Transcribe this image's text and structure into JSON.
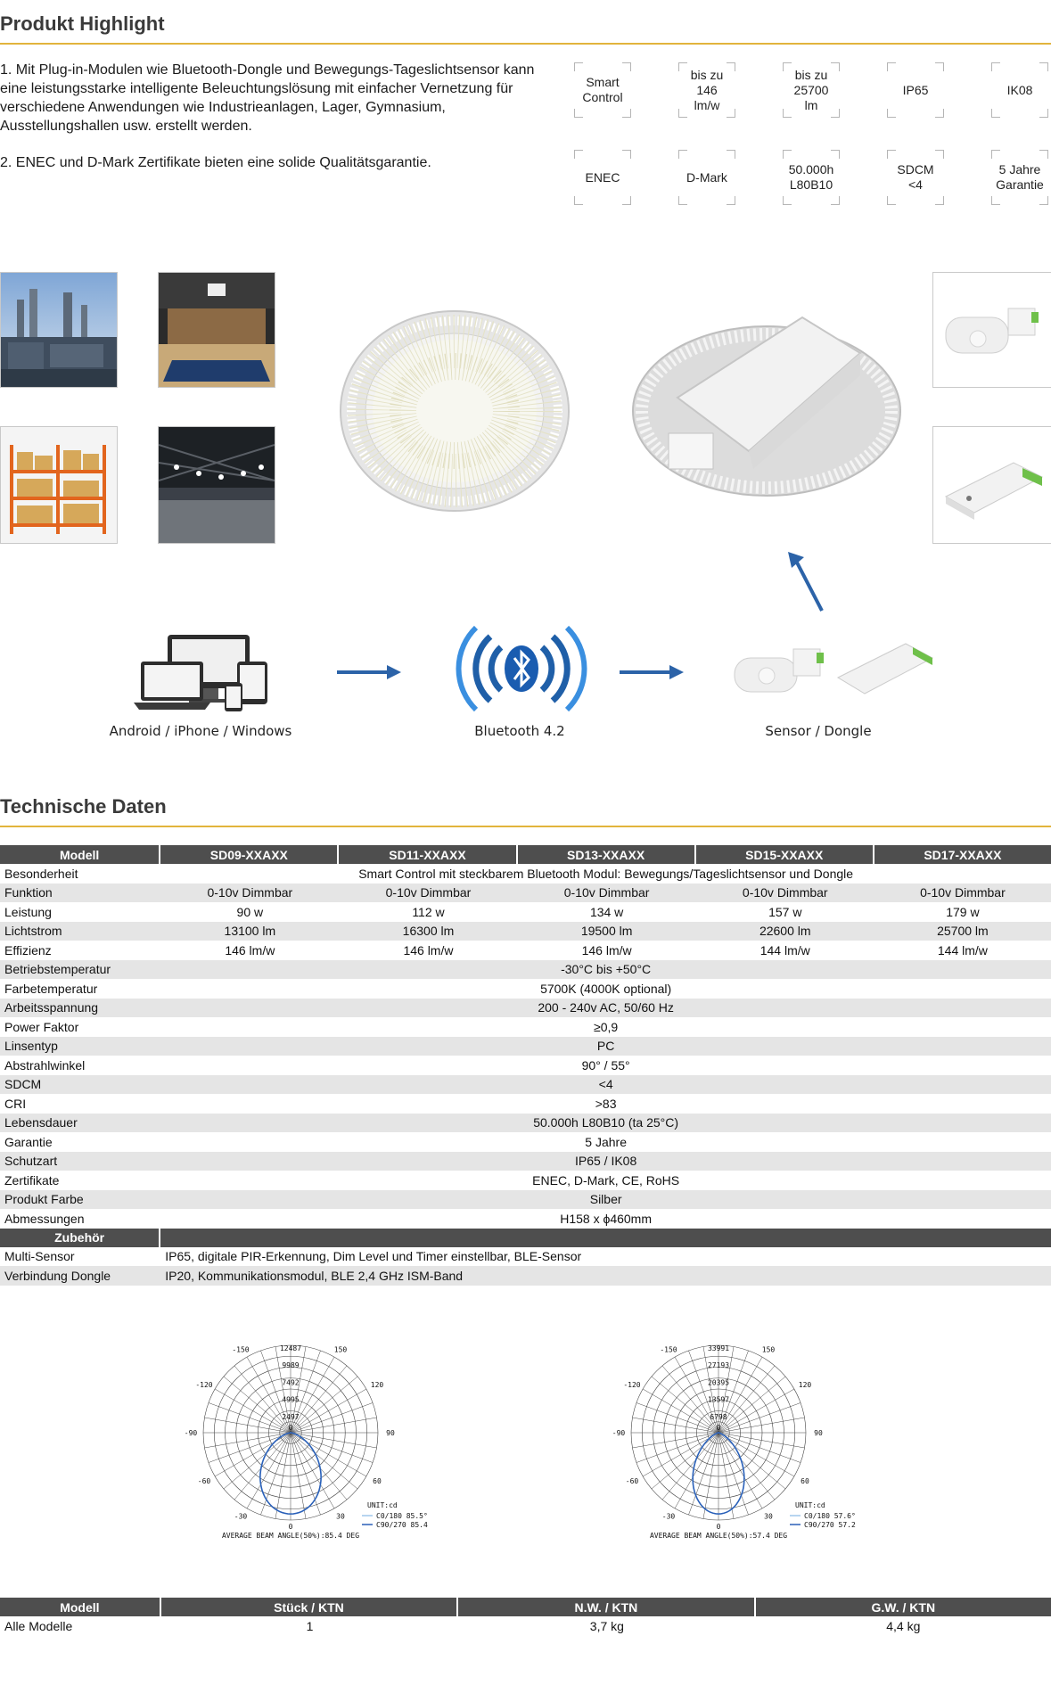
{
  "highlight": {
    "title": "Produkt Highlight",
    "para1": "1. Mit Plug-in-Modulen wie Bluetooth-Dongle und Bewegungs-Tageslichtsensor kann eine leistungsstarke intelligente Beleuchtungslösung mit einfacher Vernetzung für verschiedene Anwendungen wie Industrieanlagen, Lager, Gymnasium, Ausstellungshallen usw. erstellt werden.",
    "para2": "2. ENEC und D-Mark Zertifikate bieten eine solide Qualitätsgarantie.",
    "badges": [
      "Smart\nControl",
      "bis zu\n146\nlm/w",
      "bis zu\n25700\nlm",
      "IP65",
      "IK08",
      "ENEC",
      "D-Mark",
      "50.000h\nL80B10",
      "SDCM\n<4",
      "5 Jahre\nGarantie"
    ]
  },
  "flow": {
    "devices_caption": "Android / iPhone / Windows",
    "bluetooth_caption": "Bluetooth 4.2",
    "sensor_caption": "Sensor / Dongle"
  },
  "tech": {
    "title": "Technische Daten",
    "headers": [
      "Modell",
      "SD09-XXAXX",
      "SD11-XXAXX",
      "SD13-XXAXX",
      "SD15-XXAXX",
      "SD17-XXAXX"
    ],
    "model_rows": [
      {
        "label": "Funktion",
        "values": [
          "0-10v Dimmbar",
          "0-10v Dimmbar",
          "0-10v Dimmbar",
          "0-10v Dimmbar",
          "0-10v Dimmbar"
        ]
      },
      {
        "label": "Leistung",
        "values": [
          "90 w",
          "112 w",
          "134 w",
          "157 w",
          "179 w"
        ]
      },
      {
        "label": "Lichtstrom",
        "values": [
          "13100 lm",
          "16300 lm",
          "19500 lm",
          "22600 lm",
          "25700 lm"
        ]
      },
      {
        "label": "Effizienz",
        "values": [
          "146 lm/w",
          "146 lm/w",
          "146 lm/w",
          "144 lm/w",
          "144 lm/w"
        ]
      }
    ],
    "special_label": "Besonderheit",
    "special_value": "Smart Control mit steckbarem Bluetooth Modul: Bewegungs/Tageslichtsensor und Dongle",
    "common_rows": [
      {
        "label": "Betriebstemperatur",
        "value": "-30°C bis +50°C"
      },
      {
        "label": "Farbetemperatur",
        "value": "5700K (4000K optional)"
      },
      {
        "label": "Arbeitsspannung",
        "value": "200 - 240v AC, 50/60 Hz"
      },
      {
        "label": "Power Faktor",
        "value": "≥0,9"
      },
      {
        "label": "Linsentyp",
        "value": "PC"
      },
      {
        "label": "Abstrahlwinkel",
        "value": "90° / 55°"
      },
      {
        "label": "SDCM",
        "value": "<4"
      },
      {
        "label": "CRI",
        "value": ">83"
      },
      {
        "label": "Lebensdauer",
        "value": "50.000h L80B10 (ta 25°C)"
      },
      {
        "label": "Garantie",
        "value": "5 Jahre"
      },
      {
        "label": "Schutzart",
        "value": "IP65 / IK08"
      },
      {
        "label": "Zertifikate",
        "value": "ENEC, D-Mark, CE, RoHS"
      },
      {
        "label": "Produkt Farbe",
        "value": "Silber"
      },
      {
        "label": "Abmessungen",
        "value": "H158 x ϕ460mm"
      }
    ],
    "accessory_header": "Zubehör",
    "accessory_rows": [
      {
        "label": "Multi-Sensor",
        "value": "IP65, digitale PIR-Erkennung, Dim Level und Timer einstellbar, BLE-Sensor"
      },
      {
        "label": "Verbindung Dongle",
        "value": "IP20, Kommunikationsmodul, BLE 2,4 GHz ISM-Band"
      }
    ]
  },
  "chart_data": [
    {
      "type": "polar",
      "angle_labels": [
        "-150",
        "150",
        "-120",
        "120",
        "-90",
        "90",
        "-60",
        "60",
        "-30",
        "30",
        "0",
        "0"
      ],
      "radial_labels": [
        "12487",
        "9989",
        "7492",
        "4995",
        "2497"
      ],
      "unit": "UNIT:cd",
      "legend": [
        "C0/180 85.5°",
        "C90/270 85.4"
      ],
      "beam_angle_text": "AVERAGE BEAM ANGLE(50%):85.4 DEG",
      "series_colors": [
        "#9fc7ea",
        "#2a5fb8"
      ]
    },
    {
      "type": "polar",
      "angle_labels": [
        "-150",
        "150",
        "-120",
        "120",
        "-90",
        "90",
        "-60",
        "60",
        "-30",
        "30",
        "0",
        "0"
      ],
      "radial_labels": [
        "33991",
        "27193",
        "20395",
        "13597",
        "6798"
      ],
      "unit": "UNIT:cd",
      "legend": [
        "C0/180 57.6°",
        "C90/270 57.2"
      ],
      "beam_angle_text": "AVERAGE BEAM ANGLE(50%):57.4 DEG",
      "series_colors": [
        "#9fc7ea",
        "#2a5fb8"
      ]
    }
  ],
  "packaging": {
    "headers": [
      "Modell",
      "Stück / KTN",
      "N.W. / KTN",
      "G.W. / KTN"
    ],
    "row": [
      "Alle Modelle",
      "1",
      "3,7 kg",
      "4,4 kg"
    ]
  },
  "colors": {
    "accent_line": "#e2b43c",
    "header_bg": "#4e4e4e",
    "row_alt": "#e5e5e5",
    "arrow_blue": "#2c63a8"
  }
}
